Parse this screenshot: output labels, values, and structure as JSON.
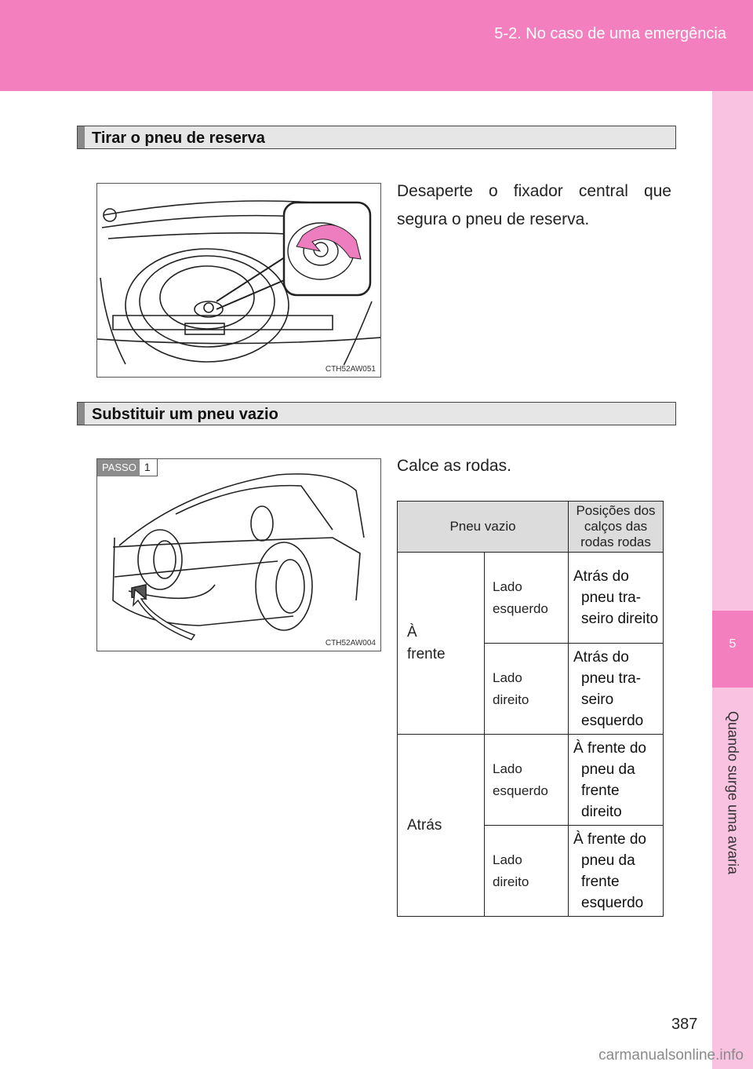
{
  "header": {
    "title": "5-2. No caso de uma emergência"
  },
  "side_tab": {
    "number": "5",
    "label": "Quando surge uma avaria"
  },
  "section1": {
    "title": "Tirar o pneu de reserva",
    "figure_code": "CTH52AW051",
    "text": "Desaperte o fixador central que segura o pneu de reserva."
  },
  "section2": {
    "title": "Substituir um pneu vazio",
    "figure_code": "CTH52AW004",
    "step_label": "PASSO",
    "step_number": "1",
    "text": "Calce as rodas.",
    "table": {
      "header_col1": "Pneu vazio",
      "header_col2": "Posições dos calços das rodas rodas",
      "groups": [
        {
          "position": [
            "À",
            "frente"
          ],
          "rows": [
            {
              "side": [
                "Lado",
                "esquerdo"
              ],
              "chock": [
                "Atrás do",
                "pneu tra-",
                "seiro direito"
              ]
            },
            {
              "side": [
                "Lado",
                "direito"
              ],
              "chock": [
                "Atrás do",
                "pneu tra-",
                "seiro",
                "esquerdo"
              ]
            }
          ]
        },
        {
          "position": [
            "Atrás"
          ],
          "rows": [
            {
              "side": [
                "Lado",
                "esquerdo"
              ],
              "chock": [
                "À frente do",
                "pneu da",
                "frente",
                "direito"
              ]
            },
            {
              "side": [
                "Lado",
                "direito"
              ],
              "chock": [
                "À frente do",
                "pneu da",
                "frente",
                "esquerdo"
              ]
            }
          ]
        }
      ]
    }
  },
  "page_number": "387",
  "watermark": "carmanualsonline.info"
}
